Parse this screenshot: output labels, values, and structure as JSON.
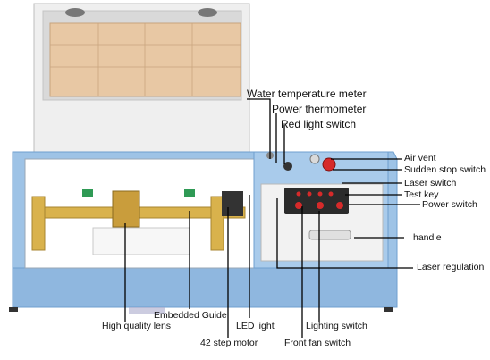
{
  "labels": {
    "water_temperature_meter": "Water temperature meter",
    "power_thermometer": "Power thermometer",
    "red_light_switch": "Red light switch",
    "air_vent": "Air vent",
    "sudden_stop_switch": "Sudden stop switch",
    "laser_switch": "Laser switch",
    "test_key": "Test key",
    "power_switch": "Power switch",
    "handle": "handle",
    "laser_regulation": "Laser regulation",
    "embedded_guide": "Embedded Guide",
    "high_quality_lens": "High quality lens",
    "led_light": "LED light",
    "step_motor": "42 step motor",
    "lighting_switch": "Lighting switch",
    "front_fan_switch": "Front fan switch"
  },
  "colors": {
    "body_blue": "#9ec3e6",
    "body_blue_dark": "#6f9fcf",
    "lid_white": "#ececec",
    "panel_dark": "#2b2b2b",
    "button_red": "#d62a2a",
    "rail_gold": "#d9b24c",
    "pcb_green": "#2f9a55",
    "acrylic": "#e8c8a4"
  }
}
